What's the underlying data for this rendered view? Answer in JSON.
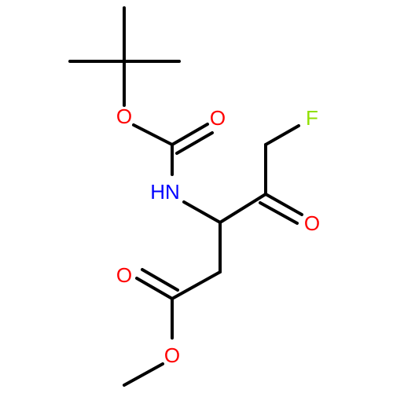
{
  "molecule": {
    "colors": {
      "bond": "#000000",
      "oxygen": "#ff0000",
      "nitrogen": "#0000ff",
      "fluorine": "#90e000",
      "background": "#ffffff"
    },
    "atom_labels": {
      "o_ester_boc": "O",
      "o_carbonyl_boc": "O",
      "n_amide": "HN",
      "f_fluoro": "F",
      "o_ketone": "O",
      "o_carbonyl_ester": "O",
      "o_methoxy": "O"
    }
  }
}
